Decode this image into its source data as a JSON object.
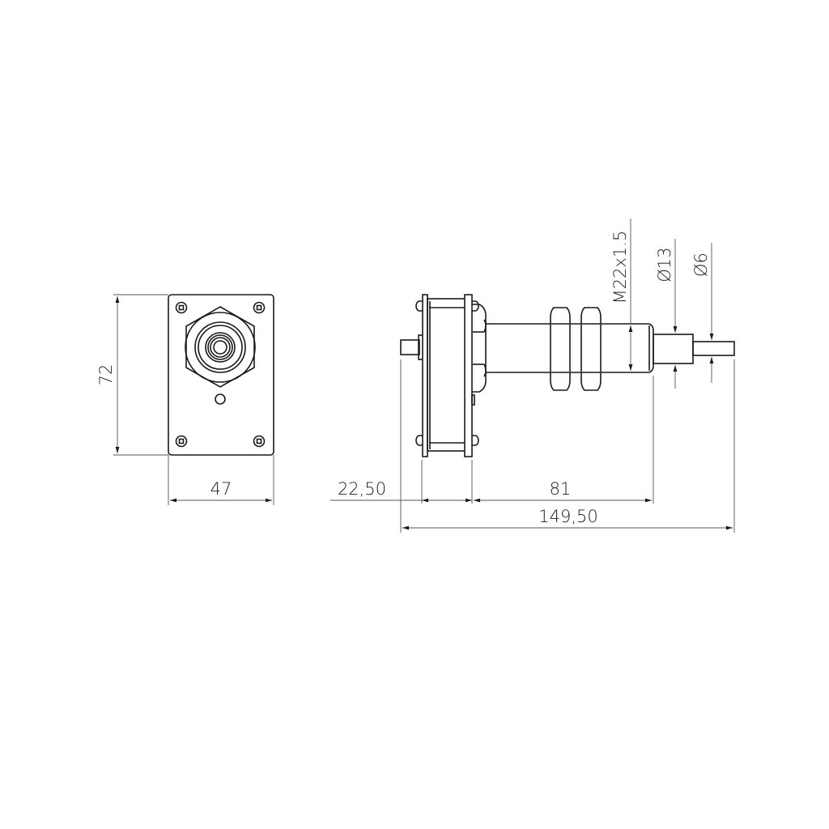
{
  "drawing": {
    "front_view": {
      "height_label": "72",
      "width_label": "47"
    },
    "side_view": {
      "thread_label": "M22x1.5",
      "dia13_label": "Ø13",
      "dia6_label": "Ø6",
      "offset_label": "22,50",
      "body_length_label": "81",
      "overall_length_label": "149,50"
    }
  }
}
